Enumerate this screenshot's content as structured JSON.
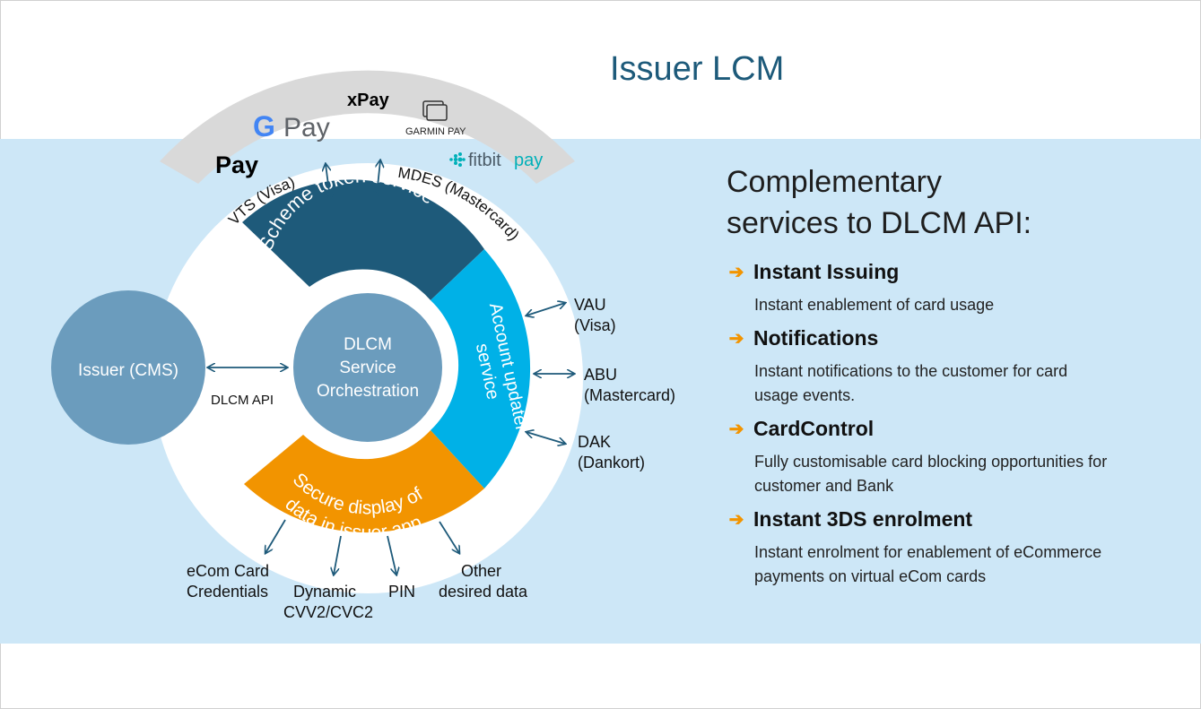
{
  "title": "Issuer LCM",
  "wallets": {
    "apple_pay": "Pay",
    "google_pay_g": "G",
    "google_pay": "Pay",
    "xpay": "xPay",
    "garmin_pay": "GARMIN PAY",
    "fitbit_pay": "fitbit",
    "fitbit_pay_suffix": "pay"
  },
  "diagram": {
    "vts": "VTS (Visa)",
    "mdes": "MDES (Mastercard)",
    "scheme_token_service": "Scheme token service",
    "account_updater_line1": "Account updater",
    "account_updater_line2": "service",
    "secure_display_line1": "Secure display of",
    "secure_display_line2": "data in issuer app",
    "dlcm_line1": "DLCM",
    "dlcm_line2": "Service",
    "dlcm_line3": "Orchestration",
    "issuer": "Issuer (CMS)",
    "dlcm_api": "DLCM API",
    "vau_1": "VAU",
    "vau_2": "(Visa)",
    "abu_1": "ABU",
    "abu_2": "(Mastercard)",
    "dak_1": "DAK",
    "dak_2": "(Dankort)",
    "ecom_1": "eCom Card",
    "ecom_2": "Credentials",
    "cvv_1": "Dynamic",
    "cvv_2": "CVV2/CVC2",
    "pin": "PIN",
    "other_1": "Other",
    "other_2": "desired data"
  },
  "right": {
    "heading_line1": "Complementary",
    "heading_line2": "services to DLCM API:",
    "items": [
      {
        "title": "Instant Issuing",
        "desc": "Instant enablement of card usage"
      },
      {
        "title": "Notifications",
        "desc": "Instant notifications to the customer for card usage events."
      },
      {
        "title": "CardControl",
        "desc": "Fully customisable card blocking opportunities for customer and Bank"
      },
      {
        "title": "Instant 3DS enrolment",
        "desc": "Instant enrolment for enablement of eCommerce payments on virtual eCom cards"
      }
    ]
  },
  "colors": {
    "band": "#cde7f7",
    "scheme_token": "#1e5a7a",
    "account_updater": "#00b1e7",
    "secure_display": "#f29400",
    "dlcm_circle": "#6b9cbd",
    "issuer_circle": "#6b9cbd",
    "wallet_band": "#d9d9d9",
    "arrow": "#1e5a7a",
    "bullet": "#f29400"
  }
}
